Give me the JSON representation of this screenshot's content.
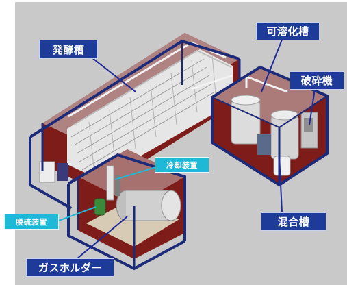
{
  "labels": {
    "fermentation_tank": "発酵槽",
    "solubilization_tank": "可溶化槽",
    "crusher": "破砕機",
    "cooling_unit": "冷却装置",
    "desulfurization_unit": "脱硫装置",
    "mixing_tank": "混合槽",
    "gas_holder": "ガスホルダー"
  },
  "colors": {
    "label_blue": "#1f3b9a",
    "label_cyan": "#1fb9d8",
    "container_frame": "#1c2a7a",
    "container_wall": "#8a1f1a",
    "background": "#c9c9c9"
  }
}
